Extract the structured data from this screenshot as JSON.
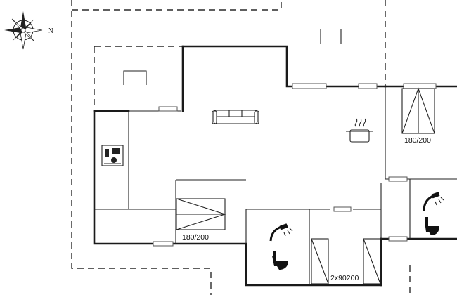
{
  "compass": {
    "north_label": "N"
  },
  "rooms": {
    "bedroom_top_right": {
      "bed_label": "180/200"
    },
    "bedroom_left": {
      "bed_label": "180/200"
    },
    "bedroom_bottom": {
      "bed_label": "2x90200"
    }
  },
  "icons": [
    "compass-rose-icon",
    "sofa-icon",
    "cooking-pot-icon",
    "washing-machine-icon",
    "double-bed-icon",
    "single-bed-icon",
    "shower-icon",
    "toilet-icon",
    "fireplace-icon"
  ]
}
